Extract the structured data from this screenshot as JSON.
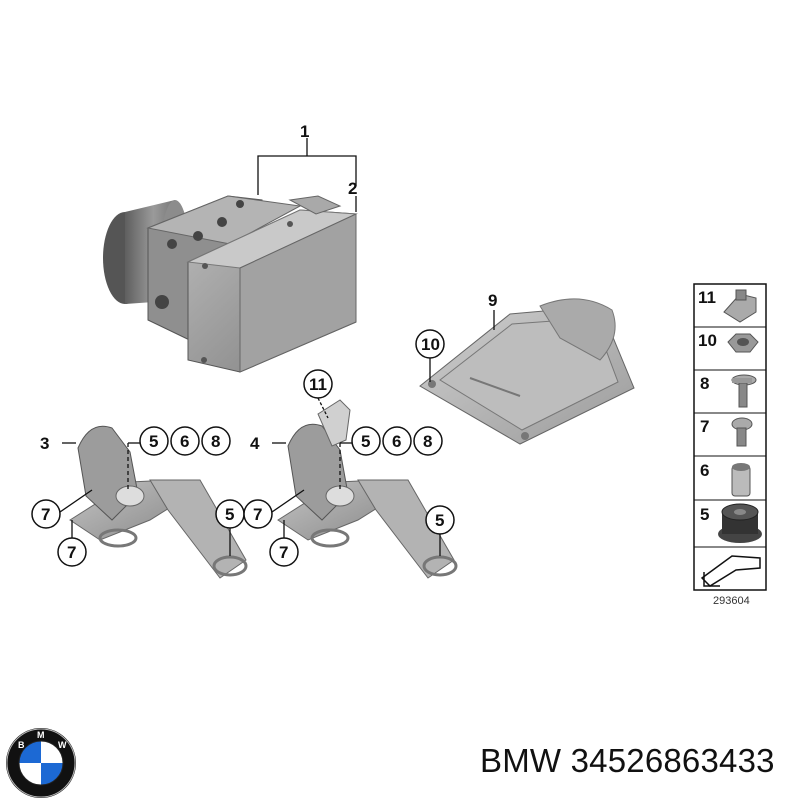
{
  "callouts": {
    "c1": "1",
    "c2": "2",
    "c3": "3",
    "c4": "4",
    "c5a": "5",
    "c6a": "6",
    "c8a": "8",
    "c5b": "5",
    "c6b": "6",
    "c8b": "8",
    "c7a": "7",
    "c7b": "7",
    "c5c": "5",
    "c7c": "7",
    "c7d": "7",
    "c5d": "5",
    "c9": "9",
    "c10": "10",
    "c11": "11"
  },
  "parts_table": {
    "rows": [
      "11",
      "10",
      "8",
      "7",
      "6",
      "5"
    ]
  },
  "diagram_number": "293604",
  "caption": "BMW 34526863433",
  "logo": {
    "letters": [
      "B",
      "M",
      "W"
    ],
    "colors": {
      "blue": "#1c69d4",
      "white": "#ffffff",
      "ring": "#111111"
    }
  },
  "icons": [
    "abs-unit",
    "control-unit-cover",
    "bracket-left",
    "bracket-right",
    "clip-nut",
    "hex-nut",
    "bolt-washer",
    "torx-screw",
    "bushing",
    "rubber-mount"
  ]
}
